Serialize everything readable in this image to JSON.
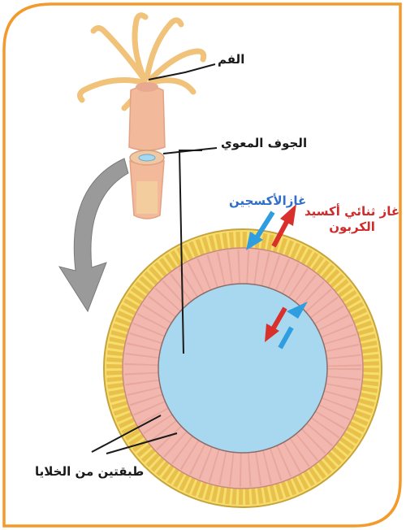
{
  "labels": {
    "mouth": "الفم",
    "gut_cavity": "الجوف المعوي",
    "oxygen": "غازالأكسجين",
    "co2_line1": "غاز ثنائي أكسيد",
    "co2_line2": "الكربون",
    "cell_layers": "طبقتين من الخلايا"
  },
  "colors": {
    "frame": "#f39a2a",
    "oxygen": "#2f9ee0",
    "co2": "#d9302c",
    "cavity": "#a8d8f0",
    "endoderm": "#f2b8b0",
    "ectoderm": "#f5dd6e"
  }
}
